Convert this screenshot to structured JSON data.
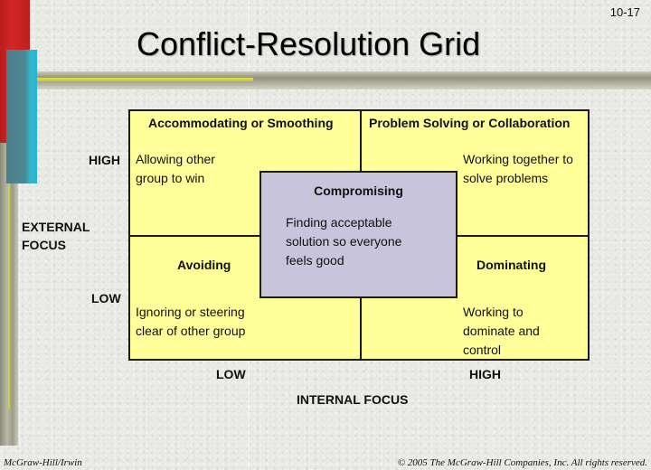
{
  "slide": {
    "number": "10-17",
    "title": "Conflict-Resolution Grid"
  },
  "colors": {
    "quadrant_fill": "#ffff99",
    "center_fill": "#c8c4dc",
    "border": "#1a1a1a",
    "accent_red": "#d22626",
    "accent_teal": "#2ab6cc",
    "accent_yellow": "#cfcf3a"
  },
  "grid": {
    "top_left": {
      "title": "Accommodating or Smoothing",
      "text_lines": [
        "Allowing other",
        "group to win"
      ]
    },
    "top_right": {
      "title": "Problem Solving or Collaboration",
      "text_lines": [
        "Working together to",
        "solve problems"
      ]
    },
    "bottom_left": {
      "title": "Avoiding",
      "text_lines": [
        "Ignoring or steering",
        "clear of other group"
      ]
    },
    "bottom_right": {
      "title": "Dominating",
      "text_lines": [
        "Working to",
        "dominate and",
        "control"
      ]
    },
    "center": {
      "title": "Compromising",
      "text_lines": [
        "Finding acceptable",
        "solution so everyone",
        "feels good"
      ]
    }
  },
  "axes": {
    "y_axis": {
      "label_line1": "EXTERNAL",
      "label_line2": "FOCUS",
      "high": "HIGH",
      "low": "LOW"
    },
    "x_axis": {
      "label": "INTERNAL FOCUS",
      "low": "LOW",
      "high": "HIGH"
    }
  },
  "footer": {
    "left": "McGraw-Hill/Irwin",
    "right": "© 2005 The McGraw-Hill Companies, Inc. All rights reserved."
  }
}
